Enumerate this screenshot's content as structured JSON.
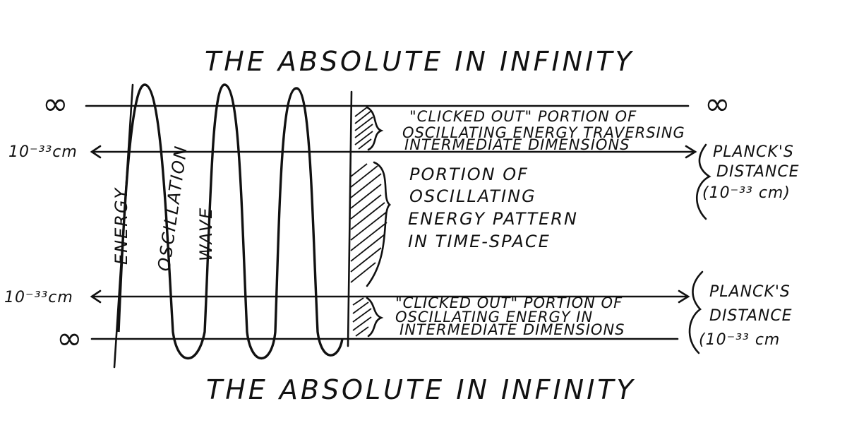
{
  "title_top": "THE ABSOLUTE IN INFINITY",
  "title_bottom": "THE ABSOLUTE IN INFINITY",
  "infinity_symbol": "∞",
  "left_labels": {
    "upper": "10⁻³³cm",
    "lower": "10⁻³³cm"
  },
  "vertical_labels": {
    "energy": "ENERGY",
    "oscillation": "OSCILLATION",
    "wave": "WAVE"
  },
  "clicked_out_upper": {
    "line1": "\"CLICKED OUT\" PORTION OF",
    "line2": "OSCILLATING ENERGY TRAVERSING",
    "line3": "INTERMEDIATE DIMENSIONS"
  },
  "time_space_portion": {
    "line1": "PORTION OF",
    "line2": "OSCILLATING",
    "line3": "ENERGY PATTERN",
    "line4": "IN TIME-SPACE"
  },
  "clicked_out_lower": {
    "line1": "\"CLICKED OUT\" PORTION OF",
    "line2": "OSCILLATING ENERGY IN",
    "line3": "INTERMEDIATE DIMENSIONS"
  },
  "planck_upper": {
    "line1": "PLANCK'S",
    "line2": "DISTANCE",
    "line3": "(10⁻³³ cm)"
  },
  "planck_lower": {
    "line1": "PLANCK'S",
    "line2": "DISTANCE",
    "line3": "(10⁻³³ cm"
  }
}
